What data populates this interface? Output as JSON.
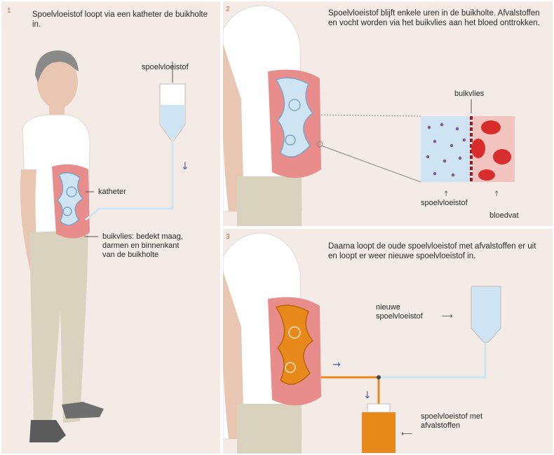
{
  "panel1": {
    "number": "1",
    "caption": "Spoelvloeistof loopt via een katheter de buikholte in.",
    "label_fluid": "spoelvloeistof",
    "label_catheter": "katheter",
    "label_peritoneum": "buikvlies: bedekt maag, darmen en binnenkant van de buikholte"
  },
  "panel2": {
    "number": "2",
    "caption": "Spoelvloeistof blijft enkele uren in de buikholte. Afvalstoffen en vocht worden via het buikvlies aan het bloed onttrokken.",
    "label_peritoneum": "buikvlies",
    "label_fluid": "spoelvloeistof",
    "label_vessel": "bloedvat"
  },
  "panel3": {
    "number": "3",
    "caption": "Daarna loopt de oude spoelvloeistof met afvalstoffen er uit en loopt er weer nieuwe spoelvloeistof in.",
    "label_new_fluid": "nieuwe spoelvloeistof",
    "label_waste": "spoelvloeistof met afvalstoffen"
  },
  "colors": {
    "panel_bg": "#f4ebe6",
    "skin": "#e9c9b6",
    "organ_red": "#e98c8c",
    "fluid_blue": "#cfe4f2",
    "waste_orange": "#e8891c",
    "blood_red": "#d92c2c",
    "number_orange": "#d46a3a"
  }
}
